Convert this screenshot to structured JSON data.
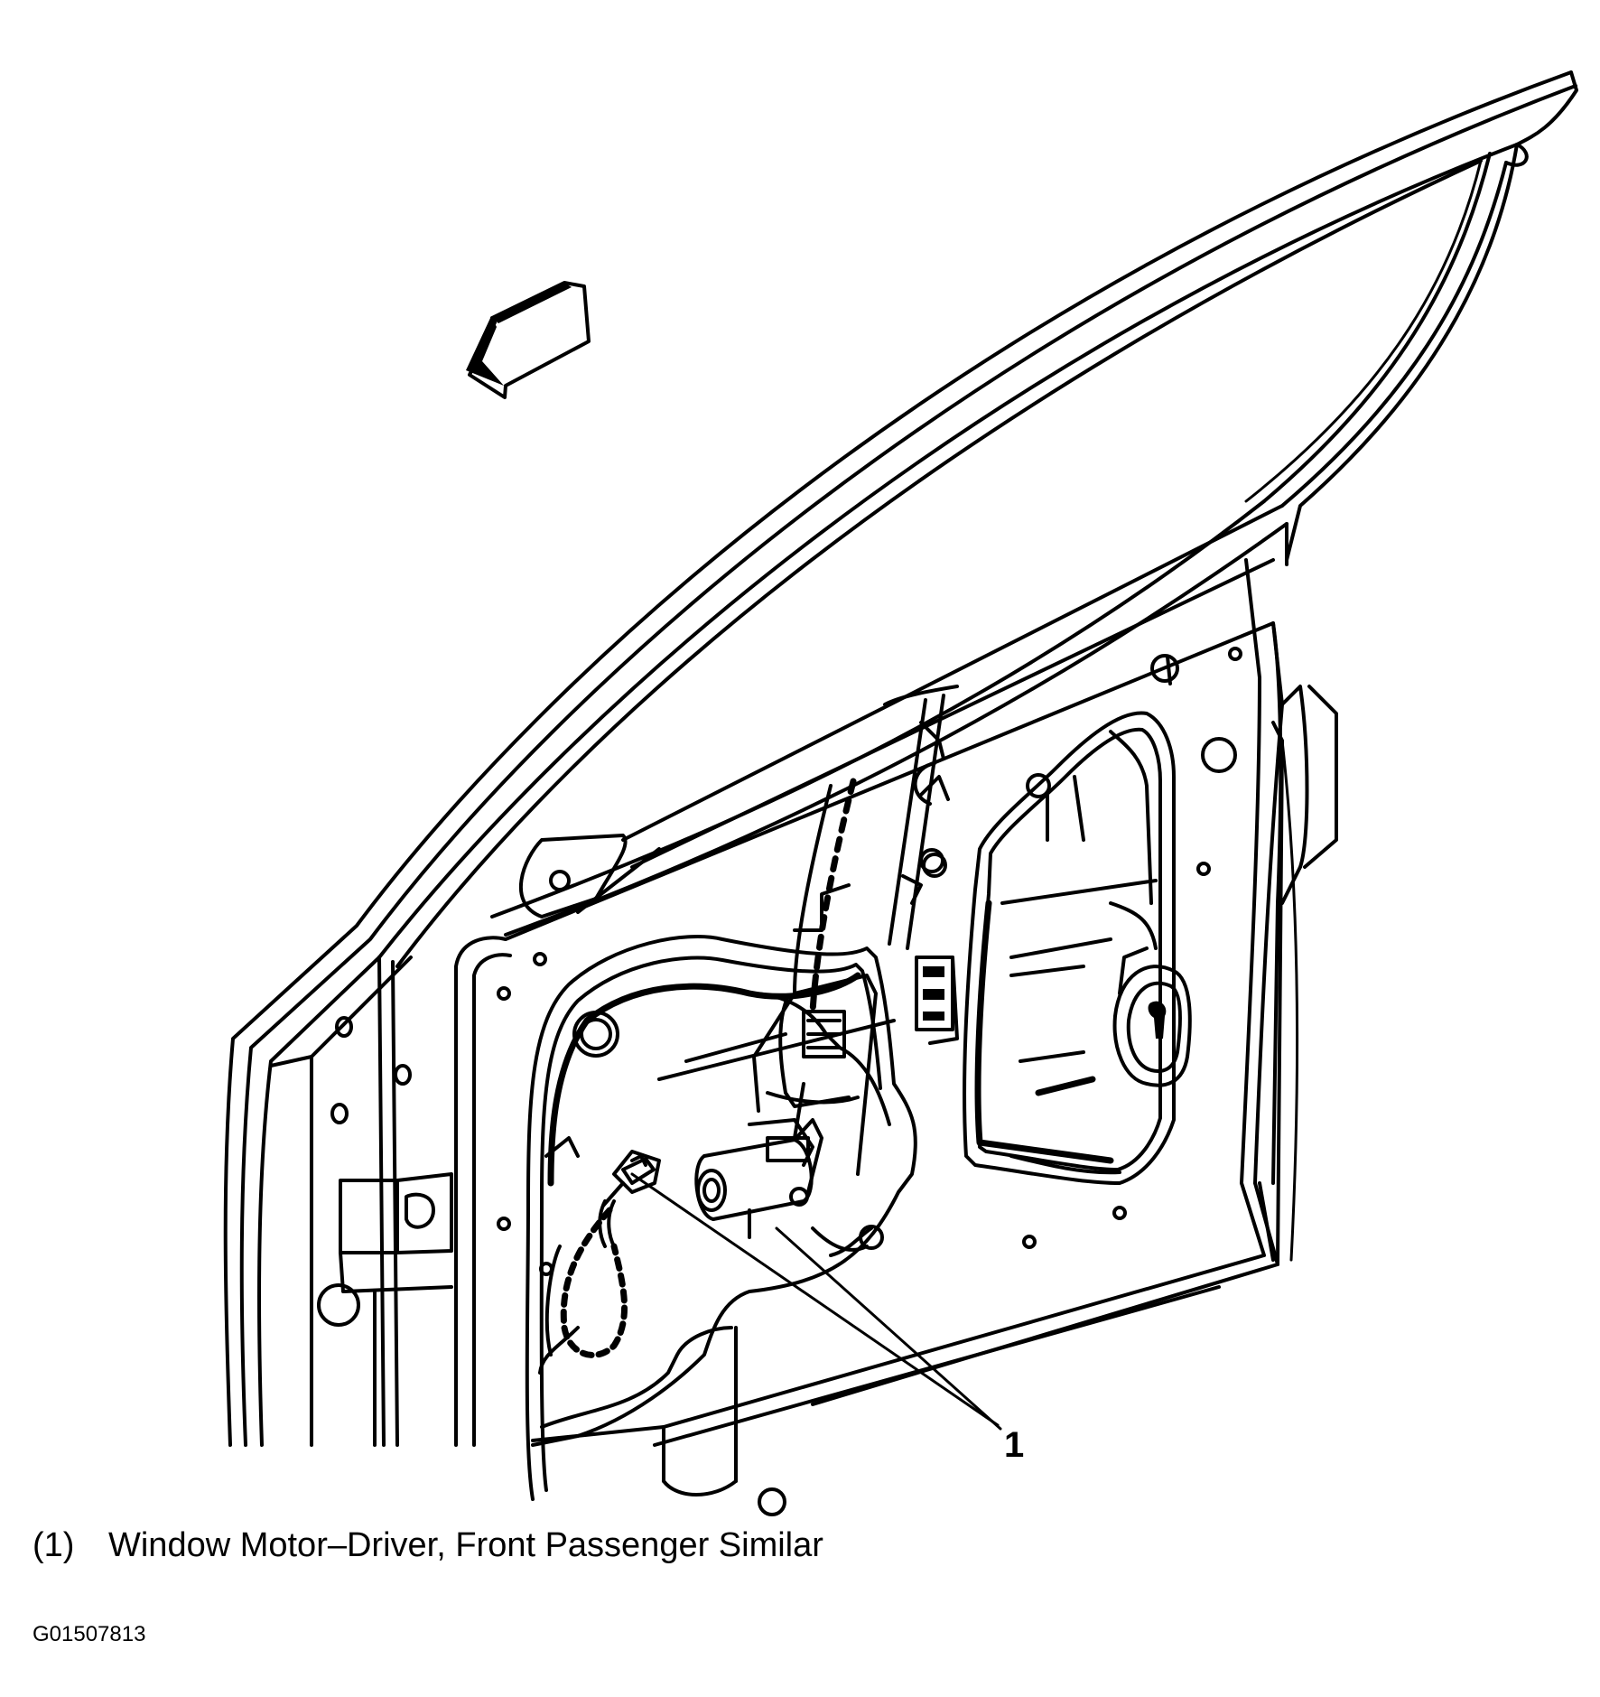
{
  "callout": {
    "number": "1"
  },
  "legend": [
    {
      "key": "(1)",
      "text": "Window Motor–Driver, Front Passenger Similar"
    }
  ],
  "figure_id": "G01507813",
  "icons": {
    "direction_arrow": "forward-arrow-icon"
  }
}
